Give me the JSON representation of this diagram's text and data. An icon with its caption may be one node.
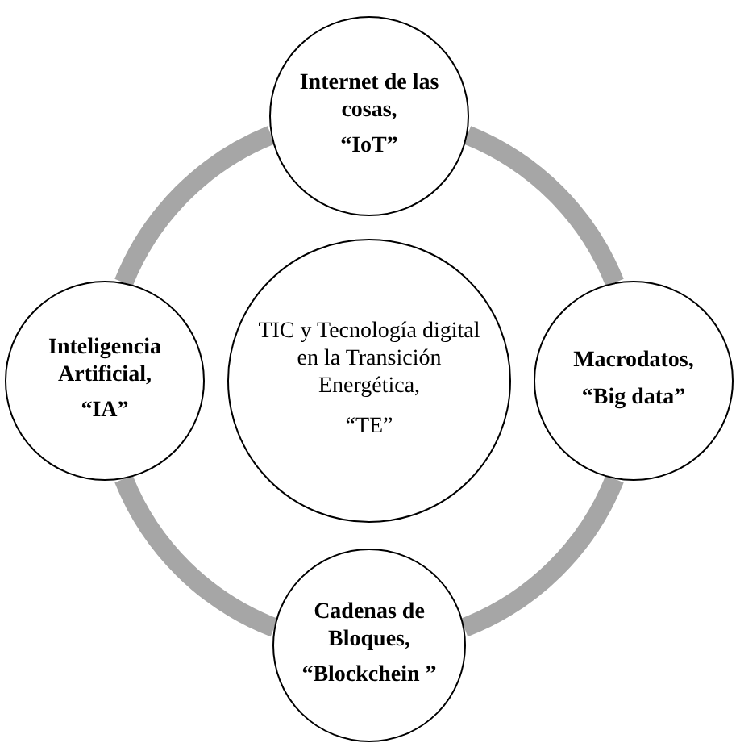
{
  "diagram": {
    "nodes": [
      {
        "text": [
          "Internet de las cosas,",
          "“IoT”"
        ]
      },
      {
        "text": [
          "Inteligencia Artificial,",
          "“IA”"
        ]
      },
      {
        "text": [
          "TIC y Tecnología digital en la Transición Energética,",
          "“TE”"
        ]
      },
      {
        "text": [
          "Macrodatos,",
          "“Big data”"
        ]
      },
      {
        "text": [
          "Cadenas de Bloques,",
          "“Blockchein ”"
        ]
      }
    ],
    "edges": [
      {
        "from": 0,
        "to": 3,
        "arrow": "none"
      },
      {
        "from": 3,
        "to": 4,
        "arrow": "none"
      },
      {
        "from": 4,
        "to": 1,
        "arrow": "none"
      },
      {
        "from": 1,
        "to": 0,
        "arrow": "none"
      }
    ]
  }
}
